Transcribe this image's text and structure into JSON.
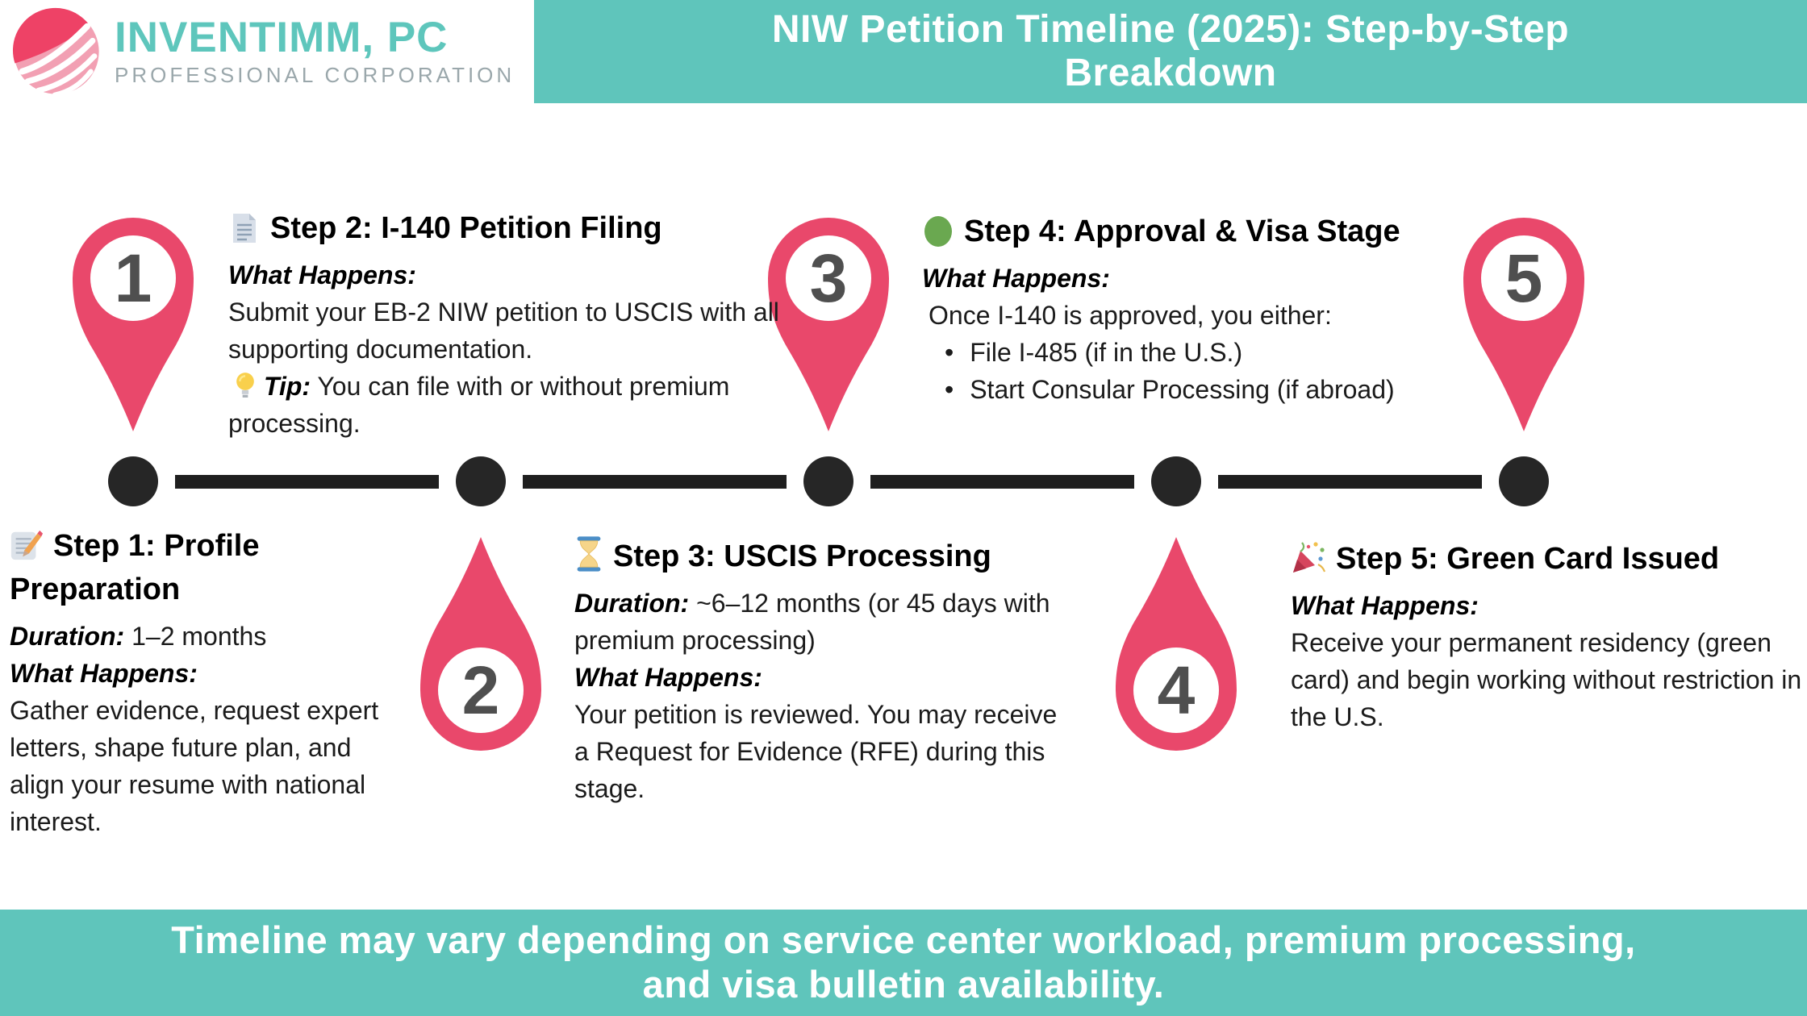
{
  "brand": {
    "name": "INVENTIMM, PC",
    "subtitle": "PROFESSIONAL CORPORATION"
  },
  "header": {
    "title_line1": "NIW Petition Timeline (2025): Step-by-Step",
    "title_line2": "Breakdown"
  },
  "footer": {
    "line1": "Timeline may vary depending on service center workload, premium processing,",
    "line2": "and visa bulletin availability."
  },
  "colors": {
    "teal": "#5fc5bb",
    "pin_pink": "#e9486b",
    "logo_pink_light": "#f2a0b3",
    "logo_pink_dark": "#ee4266",
    "number_gray": "#4f4f4f",
    "timeline_black": "#262626",
    "step4_green": "#6aa850",
    "text_black": "#1b1b1b",
    "brand_gray": "#9aa7ab"
  },
  "steps": [
    {
      "number": "1",
      "icon": "memo-icon",
      "title": "Step 1: Profile Preparation",
      "duration_label": "Duration:",
      "duration": "1–2 months",
      "what_label": "What Happens:",
      "body": "Gather evidence, request expert letters, shape future plan, and align your resume with national interest."
    },
    {
      "number": "2",
      "icon": "document-icon",
      "title": "Step 2: I-140 Petition Filing",
      "what_label": "What Happens:",
      "body": "Submit your EB-2 NIW petition to USCIS with all supporting documentation.",
      "tip_icon": "lightbulb-icon",
      "tip_label": "Tip:",
      "tip_text": "You can file with or without premium processing."
    },
    {
      "number": "3",
      "icon": "hourglass-icon",
      "title": "Step 3: USCIS Processing",
      "duration_label": "Duration:",
      "duration": "~6–12 months (or 45 days with premium processing)",
      "what_label": "What Happens:",
      "body": "Your petition is reviewed. You may receive a Request for Evidence (RFE) during this stage."
    },
    {
      "number": "4",
      "icon": "green-circle-icon",
      "title": "Step 4: Approval & Visa Stage",
      "what_label": "What Happens:",
      "intro": "Once I-140 is approved, you either:",
      "bullets": [
        "File I-485 (if in the U.S.)",
        "Start Consular Processing (if abroad)"
      ],
      "bullet_char": "•"
    },
    {
      "number": "5",
      "icon": "party-popper-icon",
      "title": "Step 5: Green Card Issued",
      "what_label": "What Happens:",
      "body": "Receive your permanent residency (green card) and begin working without restriction in the U.S."
    }
  ]
}
